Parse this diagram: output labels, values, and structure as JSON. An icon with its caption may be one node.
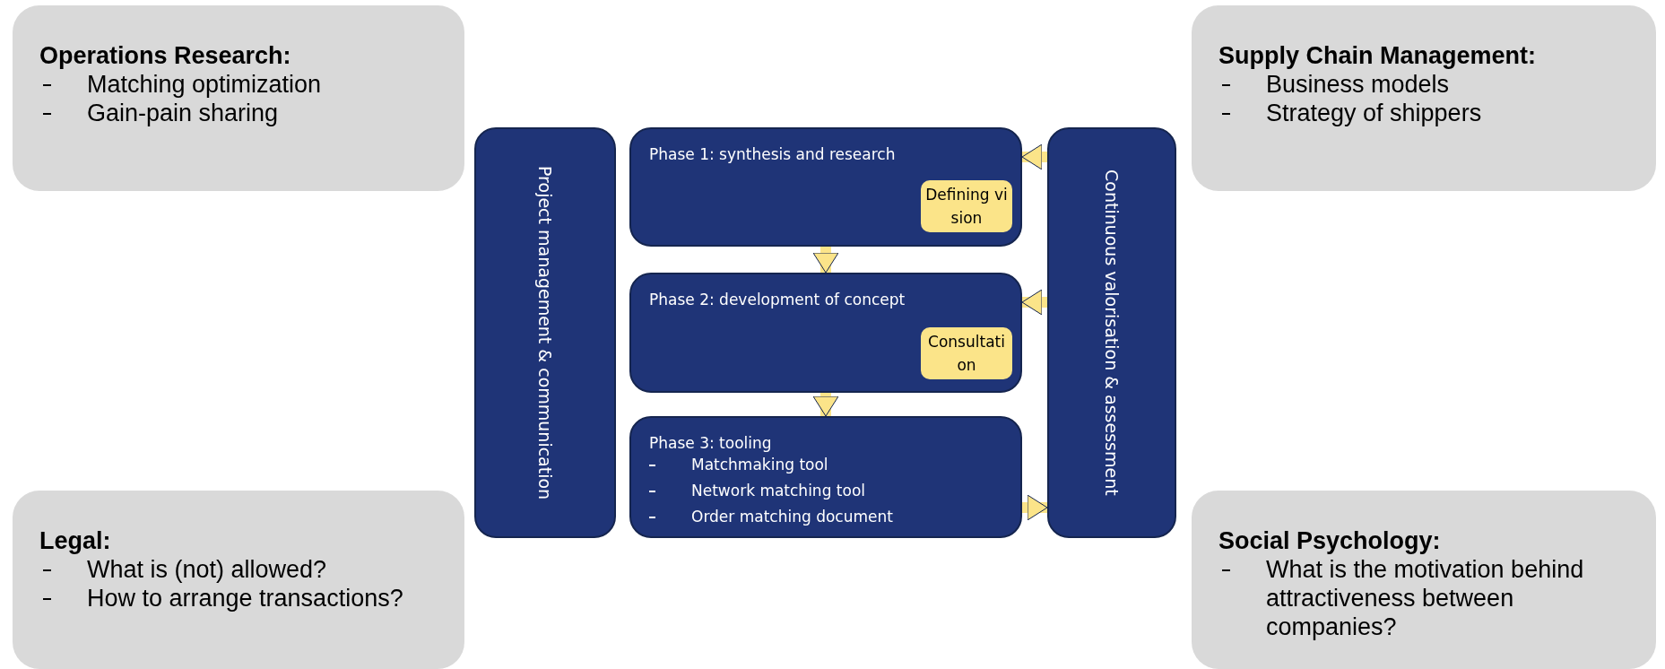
{
  "diagram": {
    "nodes": [
      {
        "text": [
          "Operations Research:",
          "Matching optimization",
          "Gain-pain sharing"
        ]
      },
      {
        "text": [
          "Supply Chain Management:",
          "Business models",
          "Strategy of shippers"
        ]
      },
      {
        "text": [
          "Project management & communication"
        ]
      },
      {
        "text": [
          "Phase 1: synthesis and research"
        ]
      },
      {
        "text": [
          "Defining vision"
        ],
        "in": 3
      },
      {
        "text": [
          "Phase 2: development of concept"
        ]
      },
      {
        "text": [
          "Consultation"
        ],
        "in": 5
      },
      {
        "text": [
          "Phase 3: tooling",
          "Matchmaking tool",
          "Network matching tool",
          "Order matching document"
        ]
      },
      {
        "text": [
          "Continuous valorisation & assessment"
        ]
      },
      {
        "text": [
          "Legal:",
          "What is (not) allowed?",
          "How to arrange transactions?"
        ]
      },
      {
        "text": [
          "Social Psychology:",
          "What is the motivation behind attractiveness between companies?"
        ]
      }
    ],
    "edges": [
      {
        "from": 3,
        "to": 5,
        "arrow": "to"
      },
      {
        "from": 5,
        "to": 7,
        "arrow": "to"
      },
      {
        "from": 8,
        "to": 3,
        "arrow": "to"
      },
      {
        "from": 8,
        "to": 5,
        "arrow": "to"
      },
      {
        "from": 7,
        "to": 8,
        "arrow": "to"
      }
    ]
  }
}
